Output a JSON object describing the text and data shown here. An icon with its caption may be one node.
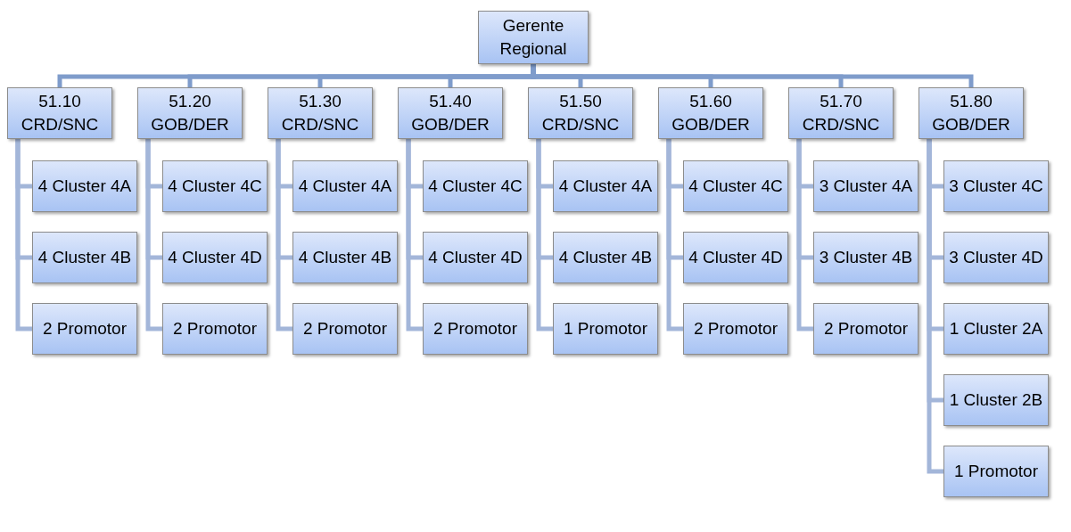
{
  "diagram": {
    "nodes": [
      {
        "text": [
          "Gerente Regional"
        ]
      },
      {
        "text": [
          "51.10 CRD/SNC"
        ]
      },
      {
        "text": [
          "4 Cluster 4A"
        ]
      },
      {
        "text": [
          "4 Cluster 4B"
        ]
      },
      {
        "text": [
          "2 Promotor"
        ]
      },
      {
        "text": [
          "51.20 GOB/DER"
        ]
      },
      {
        "text": [
          "4 Cluster 4C"
        ]
      },
      {
        "text": [
          "4 Cluster 4D"
        ]
      },
      {
        "text": [
          "2 Promotor"
        ]
      },
      {
        "text": [
          "51.30 CRD/SNC"
        ]
      },
      {
        "text": [
          "4 Cluster 4A"
        ]
      },
      {
        "text": [
          "4 Cluster 4B"
        ]
      },
      {
        "text": [
          "2 Promotor"
        ]
      },
      {
        "text": [
          "51.40 GOB/DER"
        ]
      },
      {
        "text": [
          "4 Cluster 4C"
        ]
      },
      {
        "text": [
          "4 Cluster 4D"
        ]
      },
      {
        "text": [
          "2 Promotor"
        ]
      },
      {
        "text": [
          "51.50 CRD/SNC"
        ]
      },
      {
        "text": [
          "4 Cluster 4A"
        ]
      },
      {
        "text": [
          "4 Cluster 4B"
        ]
      },
      {
        "text": [
          "1 Promotor"
        ]
      },
      {
        "text": [
          "51.60 GOB/DER"
        ]
      },
      {
        "text": [
          "4 Cluster 4C"
        ]
      },
      {
        "text": [
          "4 Cluster 4D"
        ]
      },
      {
        "text": [
          "2 Promotor"
        ]
      },
      {
        "text": [
          "51.70 CRD/SNC"
        ]
      },
      {
        "text": [
          "3 Cluster 4A"
        ]
      },
      {
        "text": [
          "3 Cluster 4B"
        ]
      },
      {
        "text": [
          "2 Promotor"
        ]
      },
      {
        "text": [
          "51.80 GOB/DER"
        ]
      },
      {
        "text": [
          "3 Cluster 4C"
        ]
      },
      {
        "text": [
          "3 Cluster 4D"
        ]
      },
      {
        "text": [
          "1 Cluster 2A"
        ]
      },
      {
        "text": [
          "1 Cluster 2B"
        ]
      },
      {
        "text": [
          "1 Promotor"
        ]
      }
    ],
    "edges": [
      {
        "from": 0,
        "to": 1,
        "arrow": "none"
      },
      {
        "from": 0,
        "to": 5,
        "arrow": "none"
      },
      {
        "from": 0,
        "to": 9,
        "arrow": "none"
      },
      {
        "from": 0,
        "to": 13,
        "arrow": "none"
      },
      {
        "from": 0,
        "to": 17,
        "arrow": "none"
      },
      {
        "from": 0,
        "to": 21,
        "arrow": "none"
      },
      {
        "from": 0,
        "to": 25,
        "arrow": "none"
      },
      {
        "from": 0,
        "to": 29,
        "arrow": "none"
      },
      {
        "from": 1,
        "to": 2,
        "arrow": "none"
      },
      {
        "from": 1,
        "to": 3,
        "arrow": "none"
      },
      {
        "from": 1,
        "to": 4,
        "arrow": "none"
      },
      {
        "from": 5,
        "to": 6,
        "arrow": "none"
      },
      {
        "from": 5,
        "to": 7,
        "arrow": "none"
      },
      {
        "from": 5,
        "to": 8,
        "arrow": "none"
      },
      {
        "from": 9,
        "to": 10,
        "arrow": "none"
      },
      {
        "from": 9,
        "to": 11,
        "arrow": "none"
      },
      {
        "from": 9,
        "to": 12,
        "arrow": "none"
      },
      {
        "from": 13,
        "to": 14,
        "arrow": "none"
      },
      {
        "from": 13,
        "to": 15,
        "arrow": "none"
      },
      {
        "from": 13,
        "to": 16,
        "arrow": "none"
      },
      {
        "from": 17,
        "to": 18,
        "arrow": "none"
      },
      {
        "from": 17,
        "to": 19,
        "arrow": "none"
      },
      {
        "from": 17,
        "to": 20,
        "arrow": "none"
      },
      {
        "from": 21,
        "to": 22,
        "arrow": "none"
      },
      {
        "from": 21,
        "to": 23,
        "arrow": "none"
      },
      {
        "from": 21,
        "to": 24,
        "arrow": "none"
      },
      {
        "from": 25,
        "to": 26,
        "arrow": "none"
      },
      {
        "from": 25,
        "to": 27,
        "arrow": "none"
      },
      {
        "from": 25,
        "to": 28,
        "arrow": "none"
      },
      {
        "from": 29,
        "to": 30,
        "arrow": "none"
      },
      {
        "from": 29,
        "to": 31,
        "arrow": "none"
      },
      {
        "from": 29,
        "to": 32,
        "arrow": "none"
      },
      {
        "from": 29,
        "to": 33,
        "arrow": "none"
      },
      {
        "from": 29,
        "to": 34,
        "arrow": "none"
      }
    ]
  }
}
